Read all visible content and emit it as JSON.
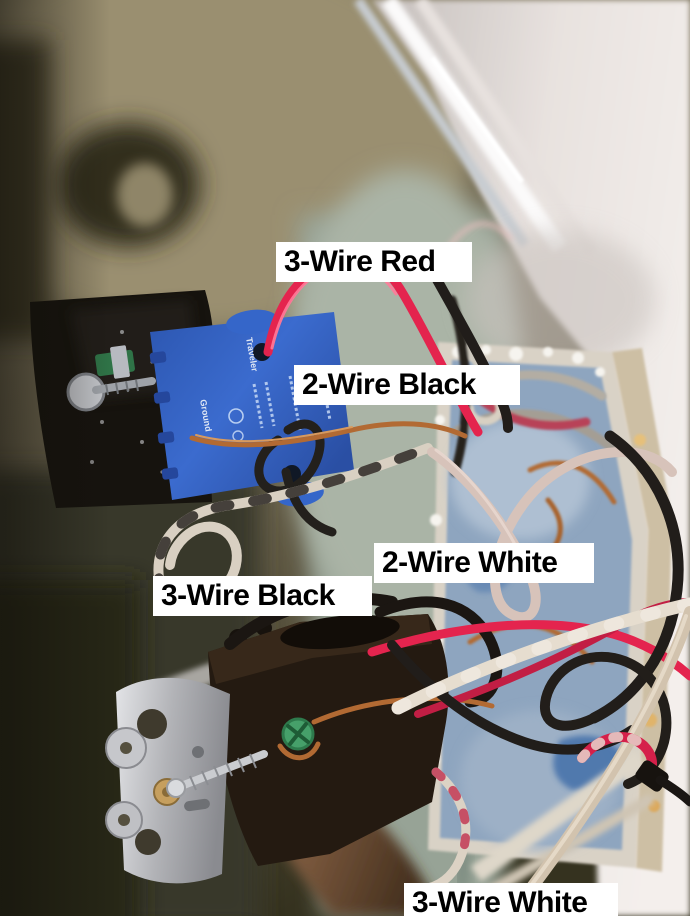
{
  "photo": {
    "labels": [
      {
        "id": "label-3-wire-red",
        "text": "3-Wire Red"
      },
      {
        "id": "label-2-wire-black",
        "text": "2-Wire Black"
      },
      {
        "id": "label-2-wire-white",
        "text": "2-Wire White"
      },
      {
        "id": "label-3-wire-black",
        "text": "3-Wire Black"
      },
      {
        "id": "label-3-wire-white",
        "text": "3-Wire White"
      }
    ],
    "device_markings": {
      "traveler": "Traveler",
      "ground": "Ground"
    },
    "colors": {
      "label_bg": "#ffffff",
      "label_text": "#000000",
      "red_wire": "#e4244e",
      "dark_red_wire": "#c21e44",
      "black_wire": "#211d1a",
      "white_wire": "#d9d0c2",
      "tan_wire": "#d2c3ae",
      "copper_wire": "#b26a33",
      "device_blue": "#3566c9",
      "box_blue": "#8ea5bf",
      "wall_white": "#f3eeec",
      "room_olive": "#847b5f",
      "sage_green": "#97a396"
    }
  }
}
